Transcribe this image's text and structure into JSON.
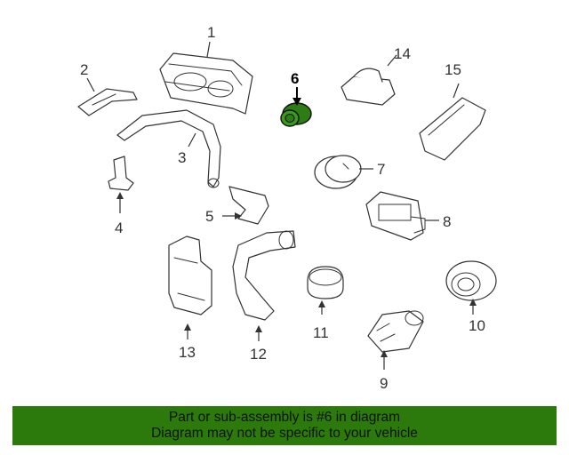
{
  "diagram": {
    "highlight_color": "#2e7d14",
    "highlighted_part": "6",
    "parts": [
      {
        "id": "part-1",
        "number": "1",
        "icon": "instrument-cluster-icon"
      },
      {
        "id": "part-2",
        "number": "2",
        "icon": "bracket-icon"
      },
      {
        "id": "part-3",
        "number": "3",
        "icon": "duct-icon"
      },
      {
        "id": "part-4",
        "number": "4",
        "icon": "clip-icon"
      },
      {
        "id": "part-5",
        "number": "5",
        "icon": "bracket-icon"
      },
      {
        "id": "part-6",
        "number": "6",
        "icon": "grommet-icon"
      },
      {
        "id": "part-7",
        "number": "7",
        "icon": "knob-icon"
      },
      {
        "id": "part-8",
        "number": "8",
        "icon": "switch-icon"
      },
      {
        "id": "part-9",
        "number": "9",
        "icon": "socket-icon"
      },
      {
        "id": "part-10",
        "number": "10",
        "icon": "speaker-icon"
      },
      {
        "id": "part-11",
        "number": "11",
        "icon": "cap-icon"
      },
      {
        "id": "part-12",
        "number": "12",
        "icon": "duct-hose-icon"
      },
      {
        "id": "part-13",
        "number": "13",
        "icon": "module-icon"
      },
      {
        "id": "part-14",
        "number": "14",
        "icon": "sensor-icon"
      },
      {
        "id": "part-15",
        "number": "15",
        "icon": "control-module-icon"
      }
    ]
  },
  "banner": {
    "line1": "Part or sub-assembly is #6 in diagram",
    "line2": "Diagram may not be specific to your vehicle",
    "background": "#2b7a0b"
  }
}
